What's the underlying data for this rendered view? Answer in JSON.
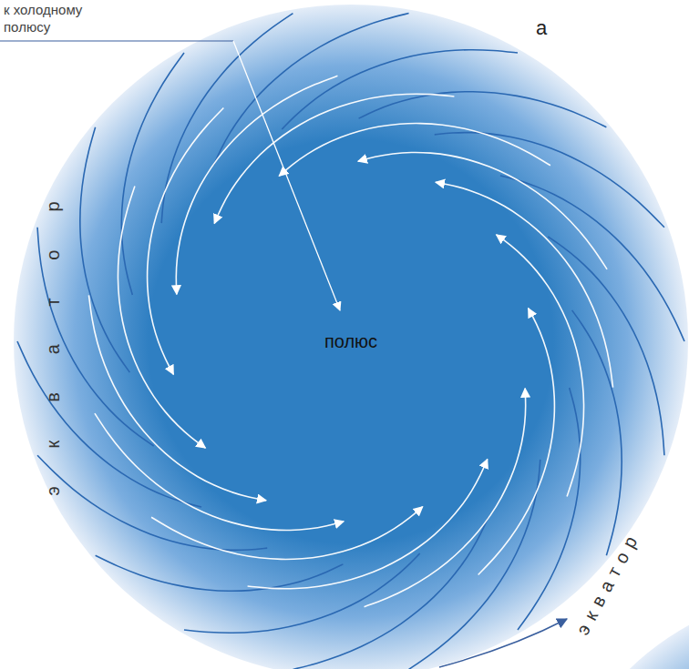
{
  "diagram": {
    "nodes": [
      {
        "text": [
          "полюс"
        ]
      }
    ],
    "labels": [
      "к холодному полюсу",
      "а",
      "экватор",
      "экватор"
    ]
  }
}
